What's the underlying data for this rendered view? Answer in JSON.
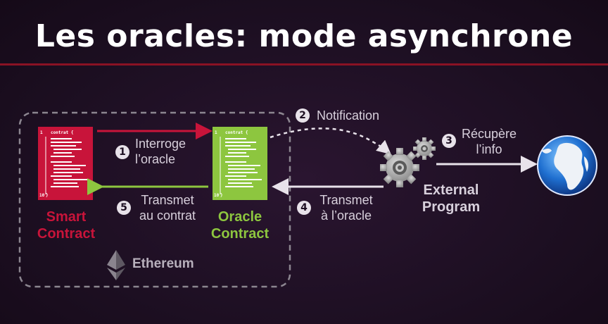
{
  "title": "Les oracles: mode asynchrone",
  "colors": {
    "smart_contract": "#c8143a",
    "oracle_contract": "#8dc63f",
    "background": "#1d0f22",
    "title_rule": "#8a1224"
  },
  "code_snippet": {
    "keyword": "contrat {",
    "first_line": "1",
    "last_line": "10"
  },
  "nodes": {
    "smart_contract": {
      "line1": "Smart",
      "line2": "Contract"
    },
    "oracle_contract": {
      "line1": "Oracle",
      "line2": "Contract"
    },
    "external_program": {
      "line1": "External",
      "line2": "Program"
    },
    "ethereum": {
      "label": "Ethereum"
    }
  },
  "steps": [
    {
      "number": "1",
      "line1": "Interroge",
      "line2": "l’oracle"
    },
    {
      "number": "2",
      "line1": "Notification",
      "line2": ""
    },
    {
      "number": "3",
      "line1": "Récupère",
      "line2": "l’info"
    },
    {
      "number": "4",
      "line1": "Transmet",
      "line2": "à l’oracle"
    },
    {
      "number": "5",
      "line1": "Transmet",
      "line2": "au contrat"
    }
  ],
  "icons": [
    "gear-icon",
    "globe-icon",
    "ethereum-icon"
  ]
}
